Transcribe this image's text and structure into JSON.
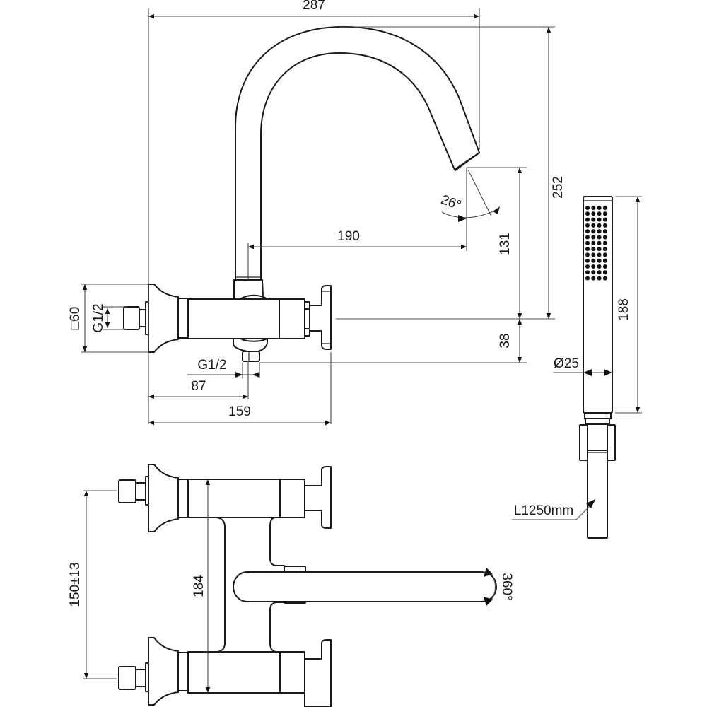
{
  "drawing": {
    "title": "Bath/shower mixer technical drawing",
    "views": [
      "front-view",
      "top-view",
      "hand-shower"
    ]
  },
  "dimensions": {
    "overall_width": "287",
    "spout_height": "252",
    "spout_reach": "190",
    "spout_outlet_height": "131",
    "outlet_offset": "38",
    "spout_angle": "26°",
    "escutcheon_square": "□60",
    "inlet_thread": "G1/2",
    "outlet_thread": "G1/2",
    "outlet_center": "87",
    "body_depth": "159",
    "inlet_spacing": "150±13",
    "body_length": "184",
    "swivel_rotation": "360°",
    "handshower_length": "188",
    "handshower_diameter": "Ø25",
    "hose_length": "L1250mm"
  },
  "colors": {
    "line": "#1a1a1a",
    "dimension_line": "#4a4a4a",
    "background": "#ffffff"
  }
}
